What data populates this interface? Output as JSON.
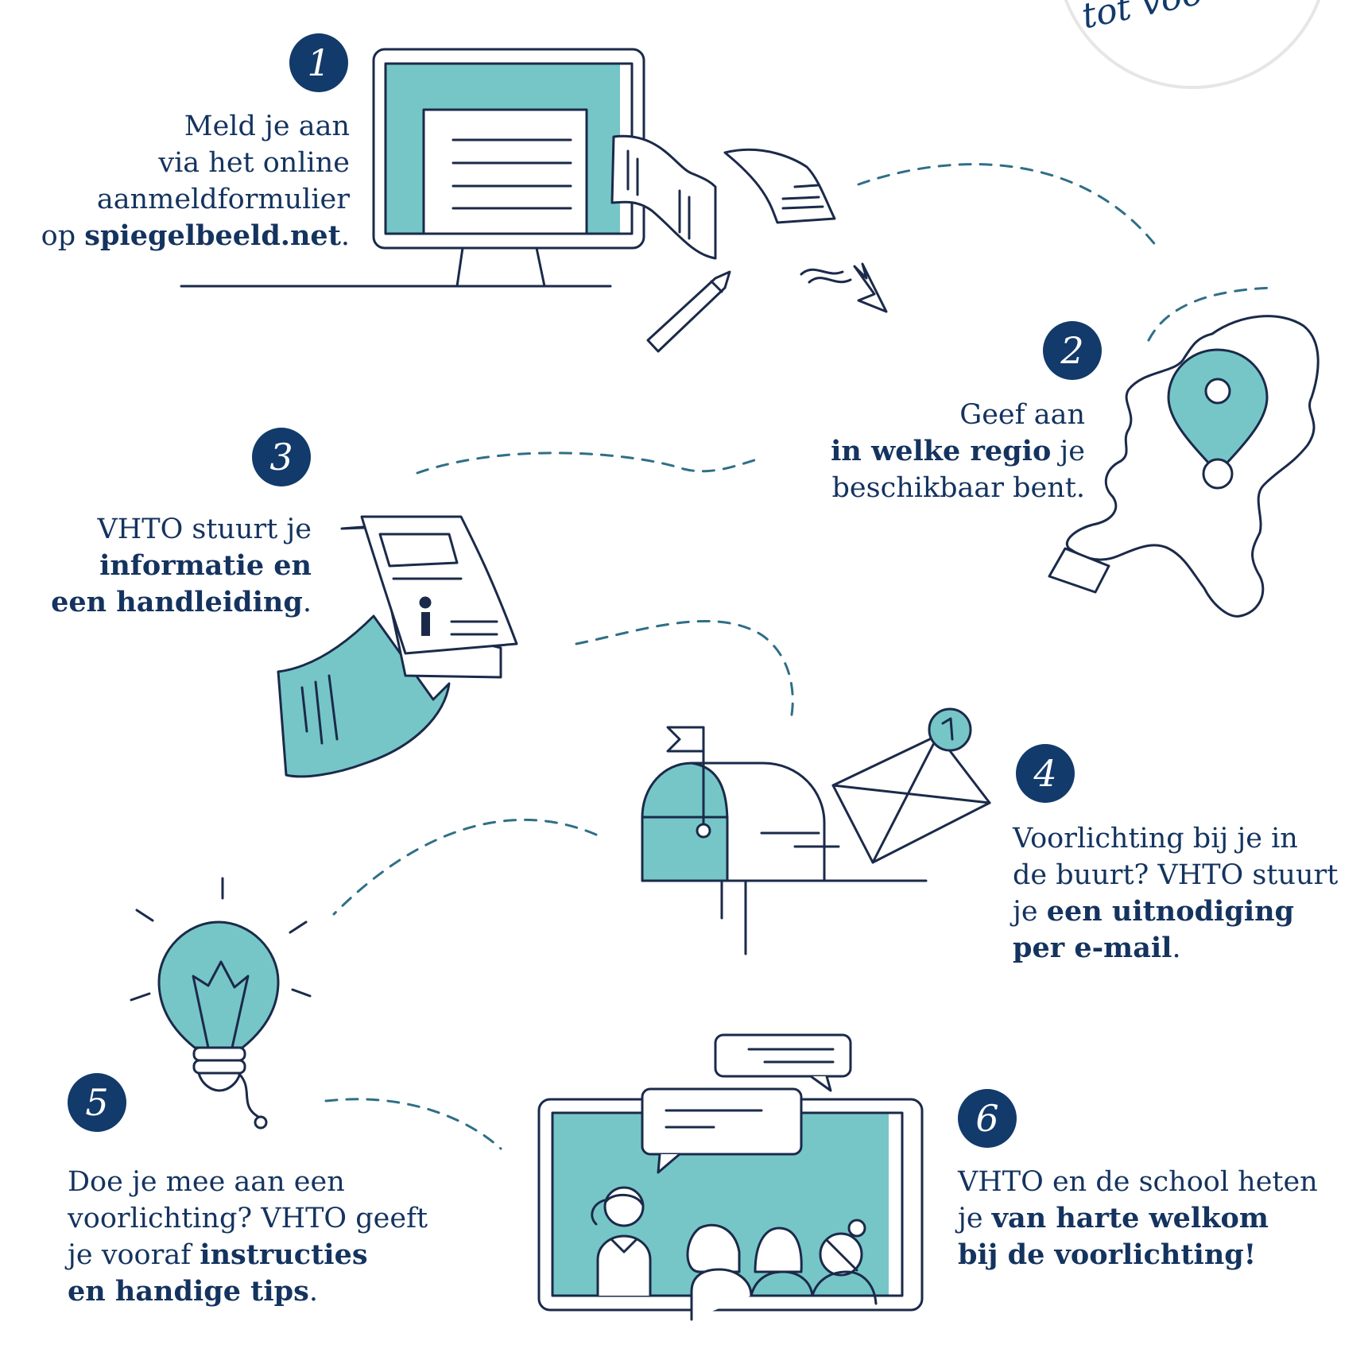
{
  "corner_badge": {
    "text": "tot voo"
  },
  "steps": [
    {
      "number": "1",
      "lines": [
        [
          "Meld je aan"
        ],
        [
          "via het online"
        ],
        [
          "aanmeldformulier"
        ]
      ],
      "last_plain": "op ",
      "last_bold": "spiegelbeeld.net",
      "last_end": "."
    },
    {
      "number": "2",
      "l1": "Geef aan",
      "l2_bold": "in welke regio",
      "l2_end": " je",
      "l3": "beschikbaar bent."
    },
    {
      "number": "3",
      "l1": "VHTO stuurt je",
      "l2_bold": "informatie en",
      "l3_bold": "een handleiding",
      "l3_end": "."
    },
    {
      "number": "4",
      "l1": "Voorlichting bij je in",
      "l2": "de buurt? VHTO stuurt",
      "l3_plain": "je ",
      "l3_bold": "een uitnodiging",
      "l4_bold": "per e-mail",
      "l4_end": "."
    },
    {
      "number": "5",
      "l1": "Doe je mee aan een",
      "l2": "voorlichting? VHTO geeft",
      "l3_plain": "je vooraf ",
      "l3_bold": "instructies",
      "l4_bold": "en handige tips",
      "l4_end": "."
    },
    {
      "number": "6",
      "l1": "VHTO en de school heten",
      "l2_plain": "je ",
      "l2_bold": "van harte welkom",
      "l3_bold": "bij de voorlichting!"
    }
  ],
  "colors": {
    "navy": "#123a6b",
    "teal": "#76c6c8",
    "line": "#1b2a4a",
    "dash": "#2f6f86"
  },
  "icons": [
    "monitor-icon",
    "document-icon",
    "pencil-icon",
    "arrow-icon",
    "map-netherlands-icon",
    "location-pin-icon",
    "info-document-icon",
    "hand-icon",
    "mailbox-icon",
    "envelope-icon",
    "notification-badge-icon",
    "lightbulb-icon",
    "classroom-screen-icon",
    "speech-bubble-icon"
  ]
}
